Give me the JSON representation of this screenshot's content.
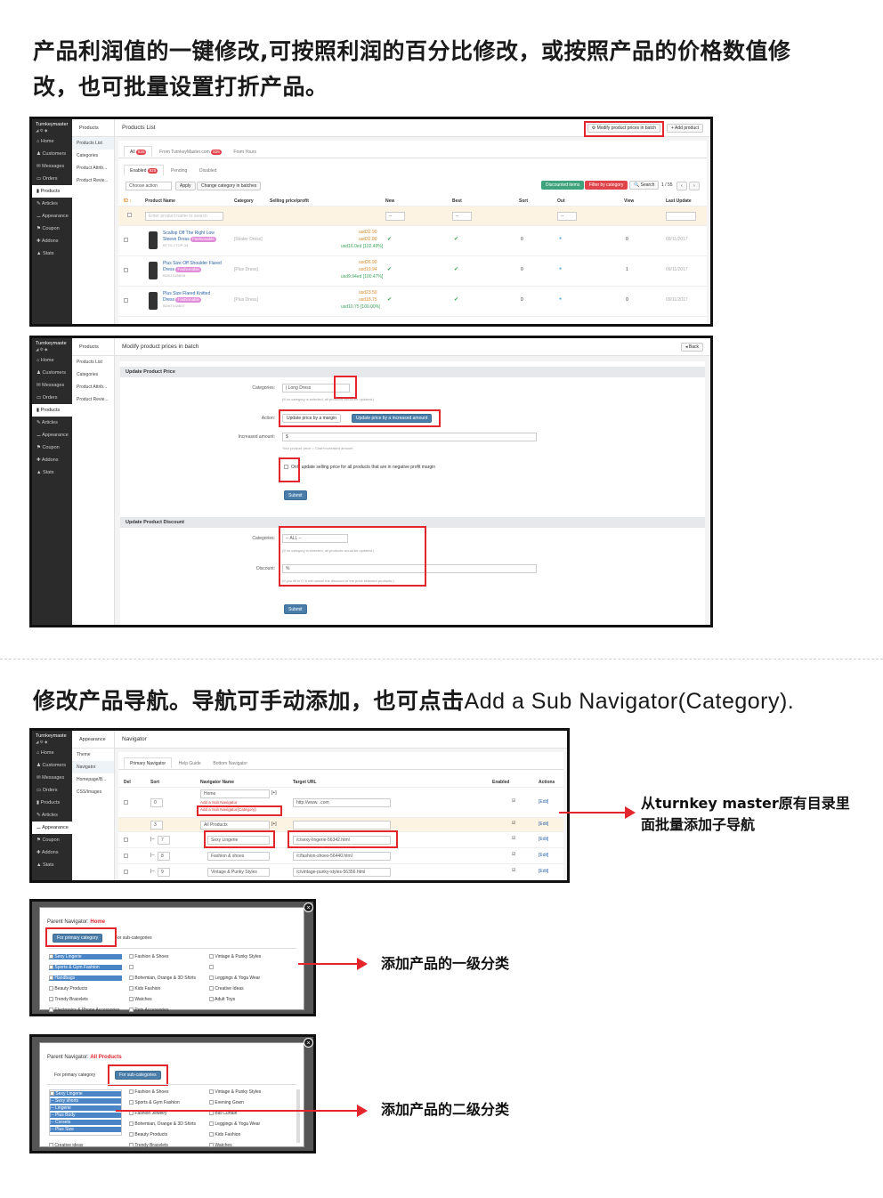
{
  "heading1_line1": "产品利润值的一键修改,可按照利润的百分比修改，或按照产品的价格数值修",
  "heading1_line2": "改，也可批量设置打折产品。",
  "heading2_cn": "修改产品导航。导航可手动添加，也可点击",
  "heading2_en": "Add a Sub Navigator(Category).",
  "annotations": {
    "a1_line1": "从turnkey master原有目录里",
    "a1_line2": "面批量添加子导航",
    "a2": "添加产品的一级分类",
    "a3": "添加产品的二级分类"
  },
  "sidebar": {
    "brand": "Turnkeymaster",
    "brand2": "Turnkeymaste",
    "brand_icons": "◢ ⚙ ◆",
    "items": [
      "⌂ Home",
      "♟ Customers",
      "✉ Messages",
      "▭ Orders",
      "▮ Products",
      "✎ Articles",
      "⚊ Appearance",
      "⚑ Coupon",
      "✚ Addons",
      "▲ Stats"
    ]
  },
  "products_sub": {
    "header": "Products",
    "items": [
      "Products List",
      "Categories",
      "Product Attrib...",
      "Product Revie..."
    ]
  },
  "shot1": {
    "title": "Products List",
    "btn_modify": "⚙ Modify product prices in batch",
    "btn_add": "+ Add product",
    "tabs": [
      "All",
      "From TurnkeyMaster.com",
      "From Yours"
    ],
    "tab_badges": [
      "825",
      "825"
    ],
    "filter_tabs": [
      "Enabled",
      "Pending",
      "Disabled"
    ],
    "filter_badge": "825",
    "bulk_select": "Choose action",
    "bulk_apply": "Apply",
    "bulk_change": "Change category in batches",
    "btn_discount": "Discounted items",
    "btn_filter": "Filter by category",
    "btn_search": "🔍 Search",
    "pager": "1 / 55",
    "pager_prev": "‹",
    "pager_next": "›",
    "columns": [
      "ID ↕",
      "Product Name",
      "Category",
      "Selling price/profit",
      "New",
      "Best",
      "Sort",
      "Out",
      "View",
      "Last Update"
    ],
    "search_placeholder": "Enter product name to search",
    "dash": "--",
    "rows": [
      {
        "name": "Scallop Off The Right Low",
        "name2": "Sleeve Dress",
        "tag": "Fashionable",
        "sku": "BTTS-YTOP-34",
        "category": "[Skater Dress]",
        "p1": "usd32.90",
        "p2": "usd32.80",
        "profit": "usd16.0ed [102.49%]",
        "sort": "0",
        "view": "0",
        "date": "09/11/2017"
      },
      {
        "name": "Plus Size Off Shoulder Flared",
        "name2": "Dress",
        "tag": "Fashionable",
        "sku": "BDNT018BS8",
        "category": "[Plus Dress]",
        "p1": "usd26.90",
        "p2": "usd19.94",
        "profit": "usd9.94ed [100.47%]",
        "sort": "0",
        "view": "1",
        "date": "09/11/2017"
      },
      {
        "name": "Plus Size Flared Knitted",
        "name2": "Dress",
        "tag": "Fashionable",
        "sku": "BDNT018B37",
        "category": "[Plus Dress]",
        "p1": "usd23.50",
        "p2": "usd18.75",
        "profit": "usd10.75 [100.00%]",
        "sort": "0",
        "view": "0",
        "date": "09/11/2017"
      }
    ]
  },
  "shot2": {
    "sub_header": "Products",
    "title": "Modify product prices in batch",
    "back": "◂ Back",
    "sect1": "Update Product Price",
    "categories_label": "Categories:",
    "categories_value": "|  Long Dress",
    "categories_help": "(If no category is selected, all products would be updated.)",
    "action_label": "Action:",
    "action_opt1": "Update price by a margin",
    "action_opt2": "Update price by a increased amount",
    "amount_label": "Increased amount:",
    "amount_value": "$",
    "amount_help": "Your product price = Cost+Increased amount",
    "only_label": "Only update selling price for all products that are in negative profit margin",
    "submit": "Submit",
    "sect2": "Update Product Discount",
    "cat2_label": "Categories:",
    "cat2_value": "-- ALL --",
    "cat2_help": "(If no category is selected, all products would be updated.)",
    "discount_label": "Discount:",
    "discount_value": "%",
    "discount_help": "(If you fill in 0, it will cancel the discount of the price selected products.)",
    "submit2": "Submit"
  },
  "shot3": {
    "sub_header": "Appearance",
    "sub_items": [
      "Theme",
      "Navigator",
      "Homepage/B...",
      "CSS/Images"
    ],
    "title": "Navigator",
    "tabs": [
      "Primary Navigator",
      "Help Guide",
      "Bottom Navigator"
    ],
    "columns": [
      "Del",
      "Sort",
      "Navigator Name",
      "Target URL",
      "Enabled",
      "Actions"
    ],
    "rows": [
      {
        "sort": "0",
        "name": "Home",
        "sub1": "Add a Sub Navigator",
        "sub2": "Add a Sub Navigator(Category)",
        "url": "http://www.                 .com",
        "edit": "[Edit]"
      },
      {
        "sort": "3",
        "name": "All Products",
        "url": "",
        "edit": "[Edit]"
      },
      {
        "sort": "7",
        "prefix": "|-- ",
        "name": "Sexy Lingerie",
        "url": "/c/sexy-lingerie-56342.html",
        "edit": "[Edit]"
      },
      {
        "sort": "8",
        "prefix": "|-- ",
        "name": "Fashion & shoes",
        "url": "/c/fashion-shoes-56440.html",
        "edit": "[Edit]"
      },
      {
        "sort": "9",
        "prefix": "|-- ",
        "name": "Vintage & Punky Styles",
        "url": "/c/vintage-punky-styles-56356.html",
        "edit": "[Edit]"
      }
    ],
    "add_symbol": "[+]",
    "enabled_mark": "☑"
  },
  "modal1": {
    "parent_label": "Parent Navigator: ",
    "parent_value": "Home",
    "tab1": "For primary category",
    "tab2": "For sub-categories",
    "col1": [
      "Sexy Lingerie",
      "Sports & Gym Fashion",
      "Handbags",
      "Beauty Products",
      "Trendy Bracelets",
      "Electronics & Phone Accessories"
    ],
    "col2": [
      "Fashion & Shoes",
      "",
      "Bohemian, Orange & 3D Shirts",
      "Kids Fashion",
      "Watches",
      "Pets Accessories"
    ],
    "col3": [
      "Vintage & Punky Styles",
      "",
      "Leggings & Yoga Wear",
      "Creative Ideas",
      "Adult Toys"
    ]
  },
  "modal2": {
    "parent_label": "Parent Navigator: ",
    "parent_value": "All Products",
    "tab1": "For primary category",
    "tab2": "For sub-categories",
    "tree": [
      "Sexy Lingerie",
      "|-- Sexy shorts",
      "|-- Lingerie",
      "|-- Plus Body",
      "|-- Corsets",
      "|-- Plus Size"
    ],
    "tree_last": "Creative ideas",
    "col2": [
      "Fashion & Shoes",
      "Sports & Gym Fashion",
      "Fashion Jewelry",
      "Bohemian, Orange & 3D Shirts",
      "Beauty Products",
      "Trendy Bracelets"
    ],
    "col3": [
      "Vintage & Punky Styles",
      "Evening Gown",
      "Bat Curtain",
      "Leggings & Yoga Wear",
      "Kids Fashion",
      "Watches"
    ]
  }
}
